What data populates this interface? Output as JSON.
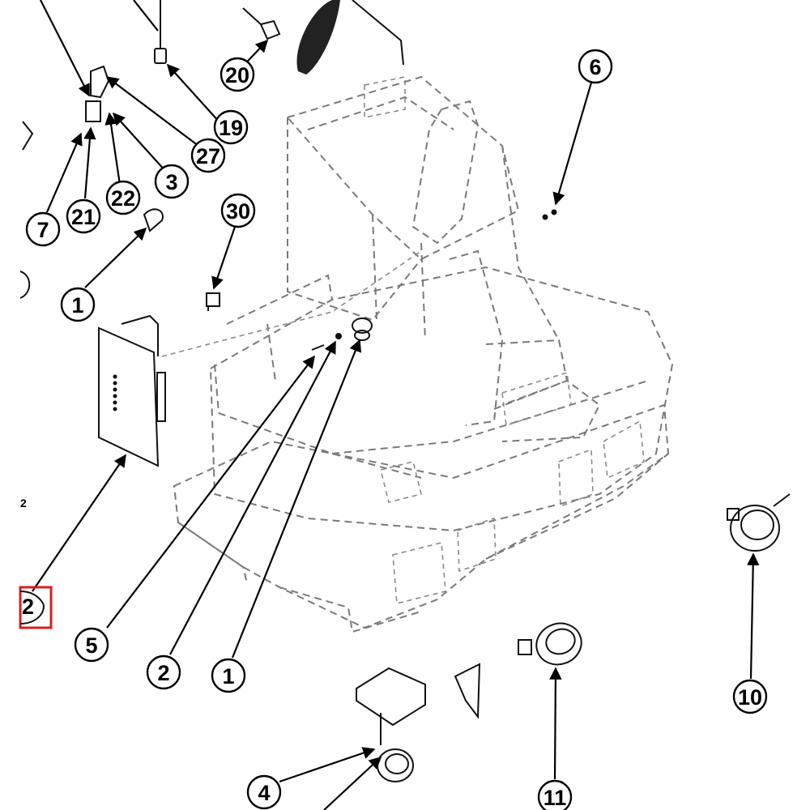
{
  "diagram": {
    "callouts": [
      "20",
      "19",
      "27",
      "3",
      "22",
      "21",
      "7",
      "6",
      "30",
      "1",
      "5",
      "2",
      "1",
      "10",
      "11",
      "4"
    ],
    "edge_label": "2",
    "highlighted_callout": "2",
    "highlight_color": "#d62020"
  }
}
